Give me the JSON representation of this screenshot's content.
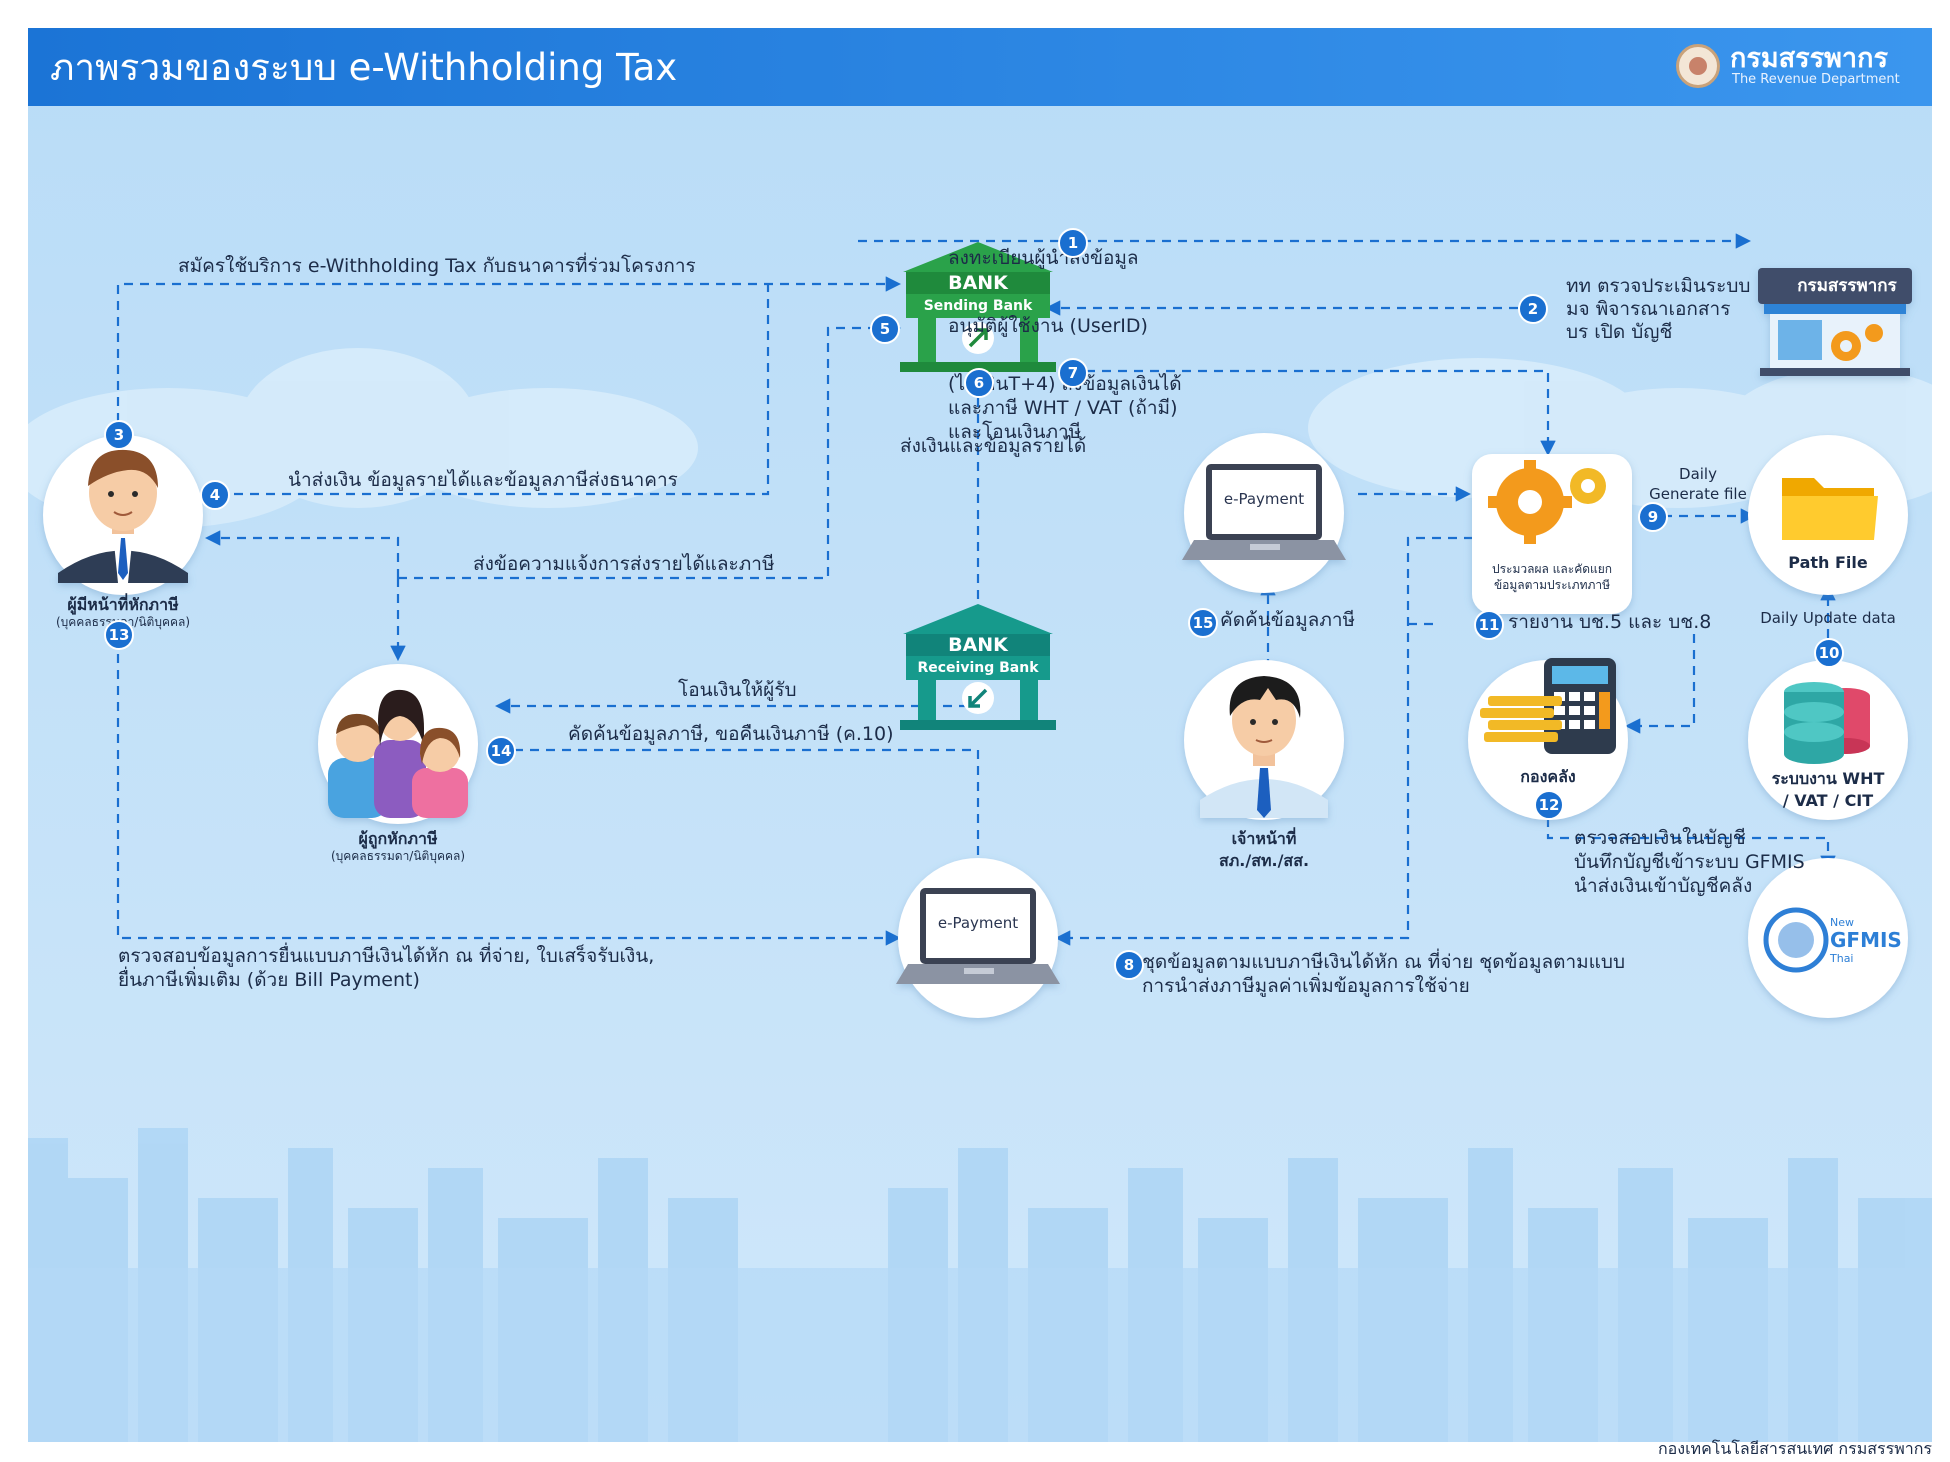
{
  "title": "ภาพรวมของระบบ e-Withholding Tax",
  "logo": {
    "name": "กรมสรรพากร",
    "sub": "The Revenue Department"
  },
  "footer": "กองเทคโนโลยีสารสนเทศ กรมสรรพากร",
  "nodes": {
    "payer": {
      "label": "ผู้มีหน้าที่หักภาษี",
      "sub": "(บุคคลธรรมดา/นิติบุคคล)"
    },
    "payee": {
      "label": "ผู้ถูกหักภาษี",
      "sub": "(บุคคลธรรมดา/นิติบุคคล)"
    },
    "sending_bank": {
      "word": "BANK",
      "label": "Sending Bank"
    },
    "receiving_bank": {
      "word": "BANK",
      "label": "Receiving Bank"
    },
    "rd_building": {
      "label": "กรมสรรพากร"
    },
    "epayment_top": {
      "label": "e-Payment"
    },
    "epayment_bottom": {
      "label": "e-Payment"
    },
    "processor": {
      "label1": "ประมวลผล และคัดแยก",
      "label2": "ข้อมูลตามประเภทภาษี"
    },
    "path_file": {
      "label": "Path File"
    },
    "treasury": {
      "label": "กองคลัง"
    },
    "database": {
      "label1": "ระบบงาน WHT",
      "label2": "/ VAT / CIT"
    },
    "officer": {
      "label1": "เจ้าหน้าที่",
      "label2": "สภ./สท./สส."
    },
    "gfmis": {
      "new": "New",
      "name": "GFMIS",
      "thai": "Thai"
    }
  },
  "edges": {
    "e1": {
      "num": "1",
      "label": "ลงทะเบียนผู้นำส่งข้อมูล"
    },
    "e2": {
      "num": "2",
      "label": "อนุมัติผู้ใช้งาน (UserID)",
      "note1": "ทท ตรวจประเมินระบบ",
      "note2": "มจ พิจารณาเอกสาร",
      "note3": "บร เปิด บัญชี"
    },
    "e3": {
      "num": "3",
      "label": "สมัครใช้บริการ e-Withholding Tax กับธนาคารที่ร่วมโครงการ"
    },
    "e4": {
      "num": "4",
      "label": "นำส่งเงิน ข้อมูลรายได้และข้อมูลภาษีส่งธนาคาร"
    },
    "e5": {
      "num": "5",
      "label": "ส่งข้อความแจ้งการส่งรายได้และภาษี"
    },
    "e6": {
      "num": "6",
      "label": "ส่งเงินและข้อมูลรายได้"
    },
    "e7": {
      "num": "7",
      "line1": "(ไม่เกินT+4) ส่งข้อมูลเงินได้",
      "line2": "และภาษี WHT / VAT (ถ้ามี)",
      "line3": "และโอนเงินภาษี"
    },
    "e8": {
      "num": "8",
      "line1": "ชุดข้อมูลตามแบบภาษีเงินได้หัก ณ ที่จ่าย ชุดข้อมูลตามแบบ",
      "line2": "การนำส่งภาษีมูลค่าเพิ่มข้อมูลการใช้จ่าย"
    },
    "e9": {
      "num": "9",
      "line1": "Daily",
      "line2": "Generate file"
    },
    "e10": {
      "num": "10",
      "label": "Daily Update data"
    },
    "e11": {
      "num": "11",
      "label": "รายงาน บช.5 และ บช.8"
    },
    "e12": {
      "num": "12",
      "line1": "ตรวจสอบเงินในบัญชี",
      "line2": "บันทึกบัญชีเข้าระบบ GFMIS",
      "line3": "นำส่งเงินเข้าบัญชีคลัง"
    },
    "e13": {
      "num": "13",
      "line1": "ตรวจสอบข้อมูลการยื่นแบบภาษีเงินได้หัก ณ ที่จ่าย, ใบเสร็จรับเงิน,",
      "line2": "ยื่นภาษีเพิ่มเติม (ด้วย Bill Payment)"
    },
    "e14": {
      "num": "14",
      "label": "คัดค้นข้อมูลภาษี, ขอคืนเงินภาษี (ค.10)"
    },
    "e15": {
      "num": "15",
      "label": "คัดค้นข้อมูลภาษี"
    },
    "transfer": {
      "label": "โอนเงินให้ผู้รับ"
    }
  },
  "colors": {
    "header": "#1b74d6",
    "background": "#bfe0f8",
    "arrow": "#1a6fd0",
    "bank_green": "#2aa24a",
    "bank_teal": "#169a8c"
  }
}
